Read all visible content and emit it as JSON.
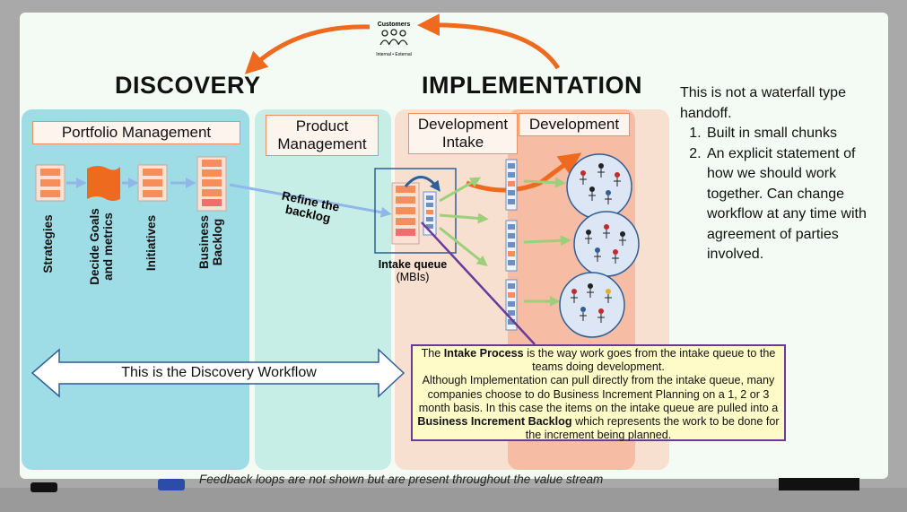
{
  "customers": {
    "title": "Customers",
    "subtitle": "Internal • External"
  },
  "headings": {
    "discovery": "DISCOVERY",
    "implementation": "IMPLEMENTATION"
  },
  "boxes": {
    "portfolio": "Portfolio Management",
    "product": "Product Management",
    "dev_intake": "Development Intake",
    "development": "Development"
  },
  "steps": [
    {
      "label": "Strategies"
    },
    {
      "label": "Decide Goals\nand metrics"
    },
    {
      "label": "Initiatives"
    },
    {
      "label": "Business\nBacklog"
    }
  ],
  "refine_label": "Refine the\nbacklog",
  "intake_queue": {
    "title": "Intake queue",
    "subtitle": "(MBIs)"
  },
  "workflow_arrow": "This is the Discovery Workflow",
  "notes": {
    "intro": "This is not a waterfall type handoff.",
    "items": [
      "Built in small chunks",
      "An explicit statement of how we should work together. Can change workflow at any time with agreement of parties involved."
    ]
  },
  "callout": {
    "p1_a": "The ",
    "p1_b": "Intake Process",
    "p1_c": " is the way work goes from the intake queue to the teams doing development.",
    "p2_a": "Although Implementation can pull directly from the intake queue, many companies choose to do Business Increment Planning on a 1, 2 or 3 month basis. In this case the items on the intake queue are pulled into a ",
    "p2_b": "Business Increment Backlog",
    "p2_c": " which represents the work to be done for the  increment being planned."
  },
  "footer": "Feedback loops are not shown but are present throughout the value stream",
  "colors": {
    "accent_orange": "#ee6a1e",
    "arrow_blue": "#8fb7e8",
    "arrow_green": "#9dcf7a",
    "purple": "#6a3a9a"
  }
}
